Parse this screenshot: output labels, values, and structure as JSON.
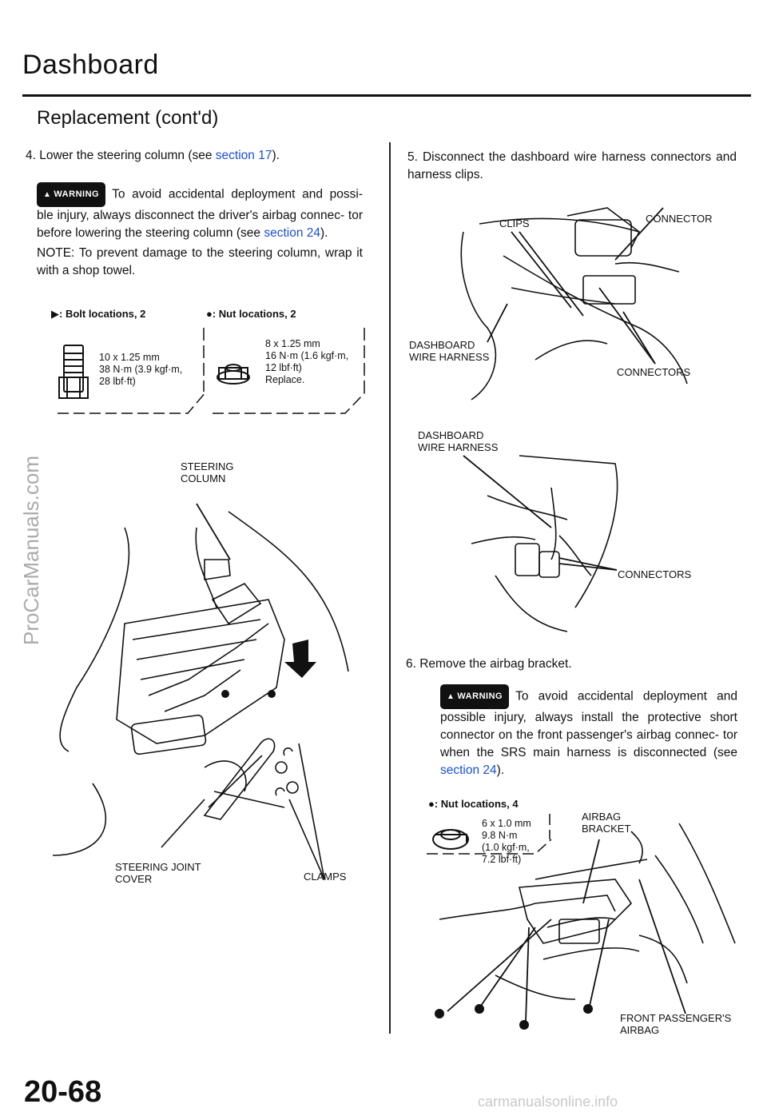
{
  "header": {
    "title": "Dashboard",
    "subtitle": "Replacement (cont'd)"
  },
  "steps": {
    "step4": {
      "text": "4.   Lower the steering column (see ",
      "link": "section 17",
      "end": ")."
    },
    "step4_warning": {
      "badge": "WARNING",
      "text": "To avoid accidental deployment and possi- ble injury, always disconnect the driver's airbag connec- tor before lowering the steering column (see ",
      "link": "section 24",
      "end": ")."
    },
    "step4_note": "NOTE: To prevent damage to the steering column, wrap it with a shop towel.",
    "step5": "5.   Disconnect the dashboard wire harness connectors and harness clips.",
    "step6": "6.   Remove the airbag bracket.",
    "step6_warning": {
      "badge": "WARNING",
      "text": "To avoid accidental deployment and possible injury, always install the protective short connector on the front passenger's airbag connec- tor when the SRS main harness is disconnected (see ",
      "link": "section 24",
      "end": ")."
    }
  },
  "fastener_legend": {
    "bolt_header": "▶: Bolt locations, 2",
    "nut_header": "●: Nut locations, 2",
    "bolt_spec": {
      "size": "10 x 1.25 mm",
      "torque1": "38 N·m (3.9 kgf·m,",
      "torque2": "28 lbf·ft)"
    },
    "nut_spec": {
      "size": "8 x 1.25 mm",
      "torque1": "16 N·m (1.6 kgf·m,",
      "torque2": "12 lbf·ft)",
      "note": "Replace."
    },
    "nut4_header": "●: Nut locations, 4",
    "nut4_spec": {
      "size": "6 x 1.0 mm",
      "torque1": "9.8 N·m",
      "torque2": "(1.0 kgf·m,",
      "torque3": "7.2 lbf·ft)"
    }
  },
  "labels": {
    "steering_column_1": "STEERING",
    "steering_column_2": "COLUMN",
    "steering_joint_cover_1": "STEERING JOINT",
    "steering_joint_cover_2": "COVER",
    "clamps": "CLAMPS",
    "clips": "CLIPS",
    "connector": "CONNECTOR",
    "dash_harness_a1": "DASHBOARD",
    "dash_harness_a2": "WIRE HARNESS",
    "connectors_a": "CONNECTORS",
    "dash_harness_b1": "DASHBOARD",
    "dash_harness_b2": "WIRE HARNESS",
    "connectors_b": "CONNECTORS",
    "airbag_bracket_1": "AIRBAG",
    "airbag_bracket_2": "BRACKET",
    "front_passenger_airbag_1": "FRONT PASSENGER'S",
    "front_passenger_airbag_2": "AIRBAG"
  },
  "watermark": "ProCarManuals.com",
  "page_number": "20-68",
  "footer": "carmanualsonline.info"
}
